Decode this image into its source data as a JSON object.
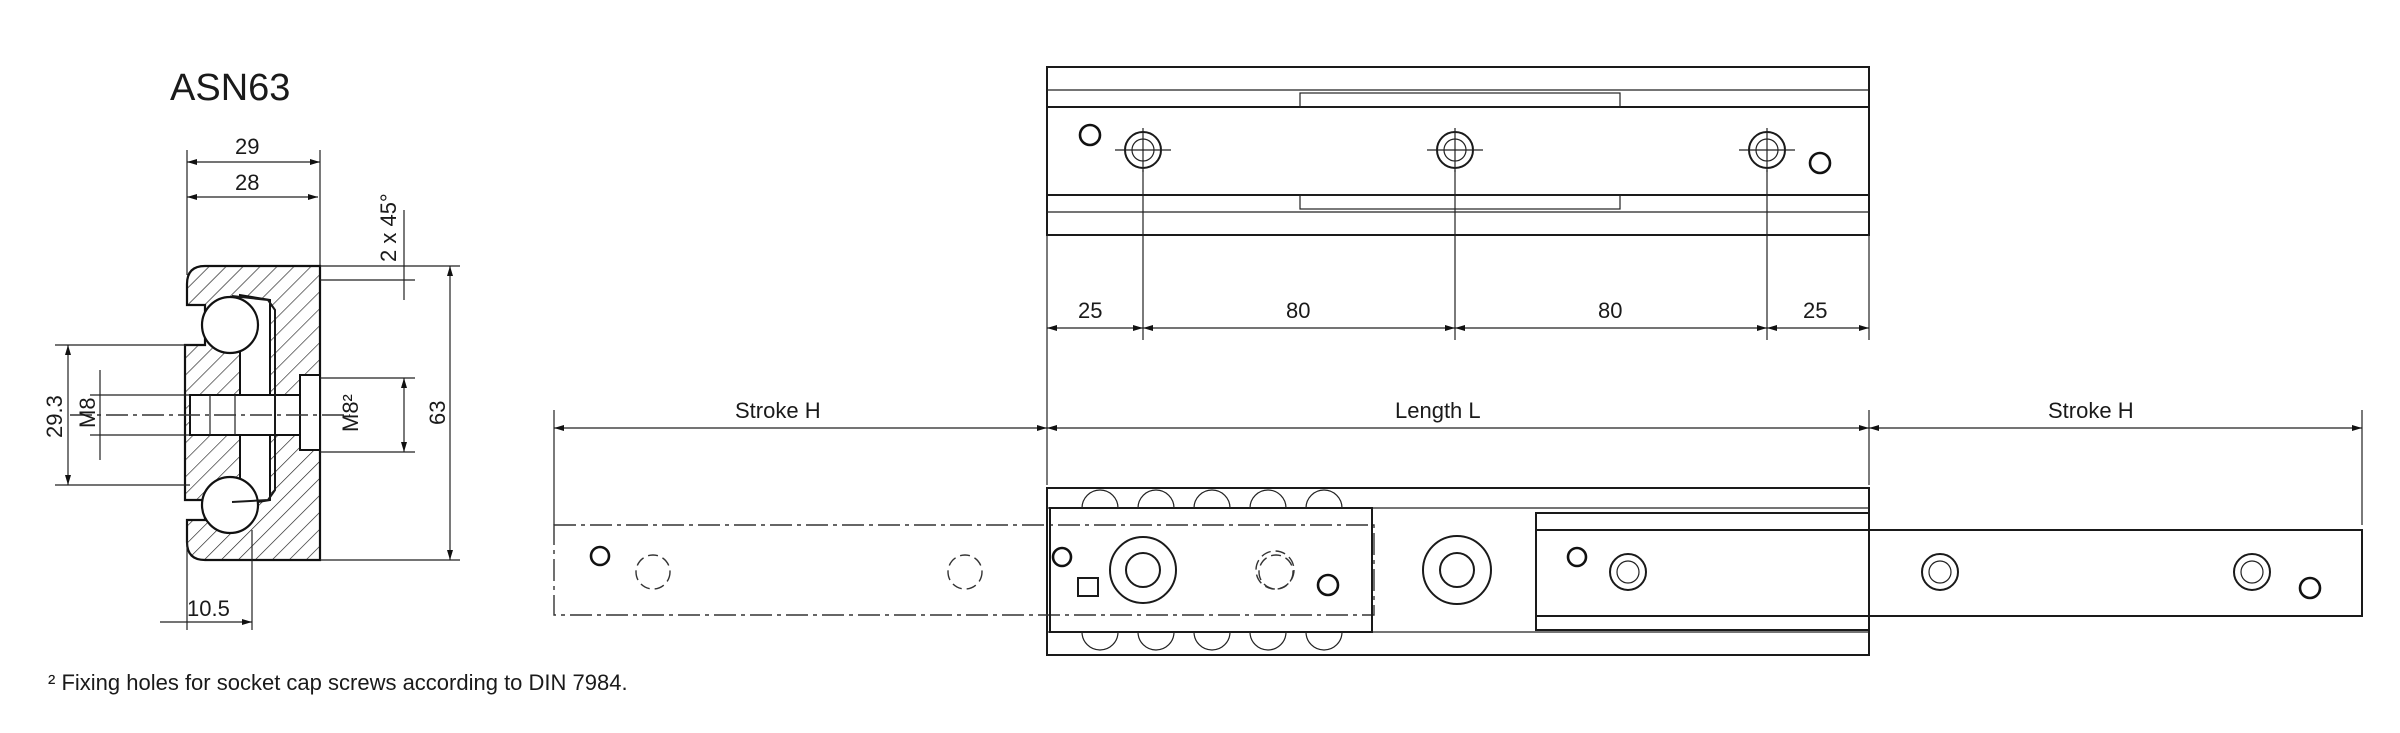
{
  "section_view": {
    "title": "ASN63",
    "dims": {
      "w29": "29",
      "w28": "28",
      "chamfer": "2 x 45°",
      "h63": "63",
      "h29_3": "29.3",
      "m8_left": "M8",
      "m8_right": "M8²",
      "w10_5": "10.5"
    }
  },
  "top_view": {
    "dims": [
      "25",
      "80",
      "80",
      "25"
    ]
  },
  "side_view": {
    "stroke_left": "Stroke  H",
    "length": "Length  L",
    "stroke_right": "Stroke  H"
  },
  "footnote": "² Fixing holes for socket cap screws according to DIN 7984."
}
